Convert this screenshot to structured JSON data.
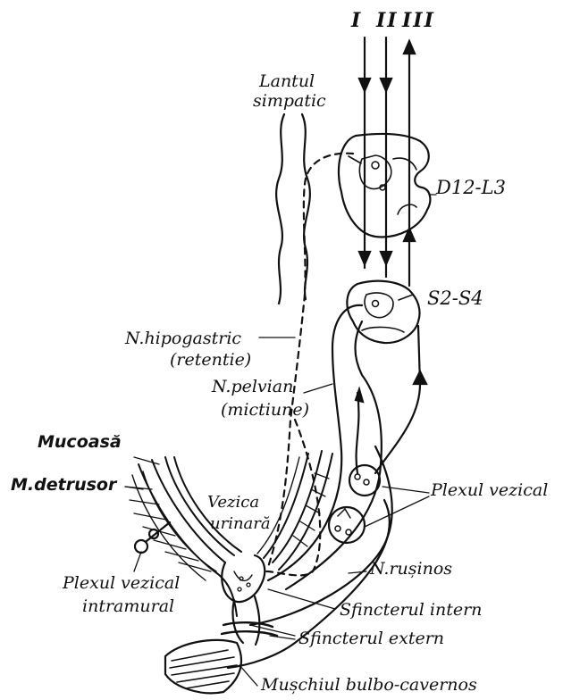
{
  "pathways": [
    "I",
    "II",
    "III"
  ],
  "labels": {
    "lantul_line1": "Lantul",
    "lantul_line2": "simpatic",
    "segment_upper": "D12-L3",
    "segment_lower": "S2-S4",
    "n_hipogastric": "N.hipogastric",
    "retentie": "(retentie)",
    "n_pelvian": "N.pelvian",
    "mictiune": "(mictiune)",
    "mucoasa": "Mucoasă",
    "m_detrusor": "M.detrusor",
    "vezica_line1": "Vezica",
    "vezica_line2": "urinară",
    "plexul_vezical": "Plexul vezical",
    "plexul_intramural_line1": "Plexul vezical",
    "plexul_intramural_line2": "intramural",
    "n_rusinos": "N.rușinos",
    "sfincter_intern": "Sfincterul intern",
    "sfincter_extern": "Sfincterul extern",
    "muschiul": "Mușchiul bulbo-cavernos"
  }
}
